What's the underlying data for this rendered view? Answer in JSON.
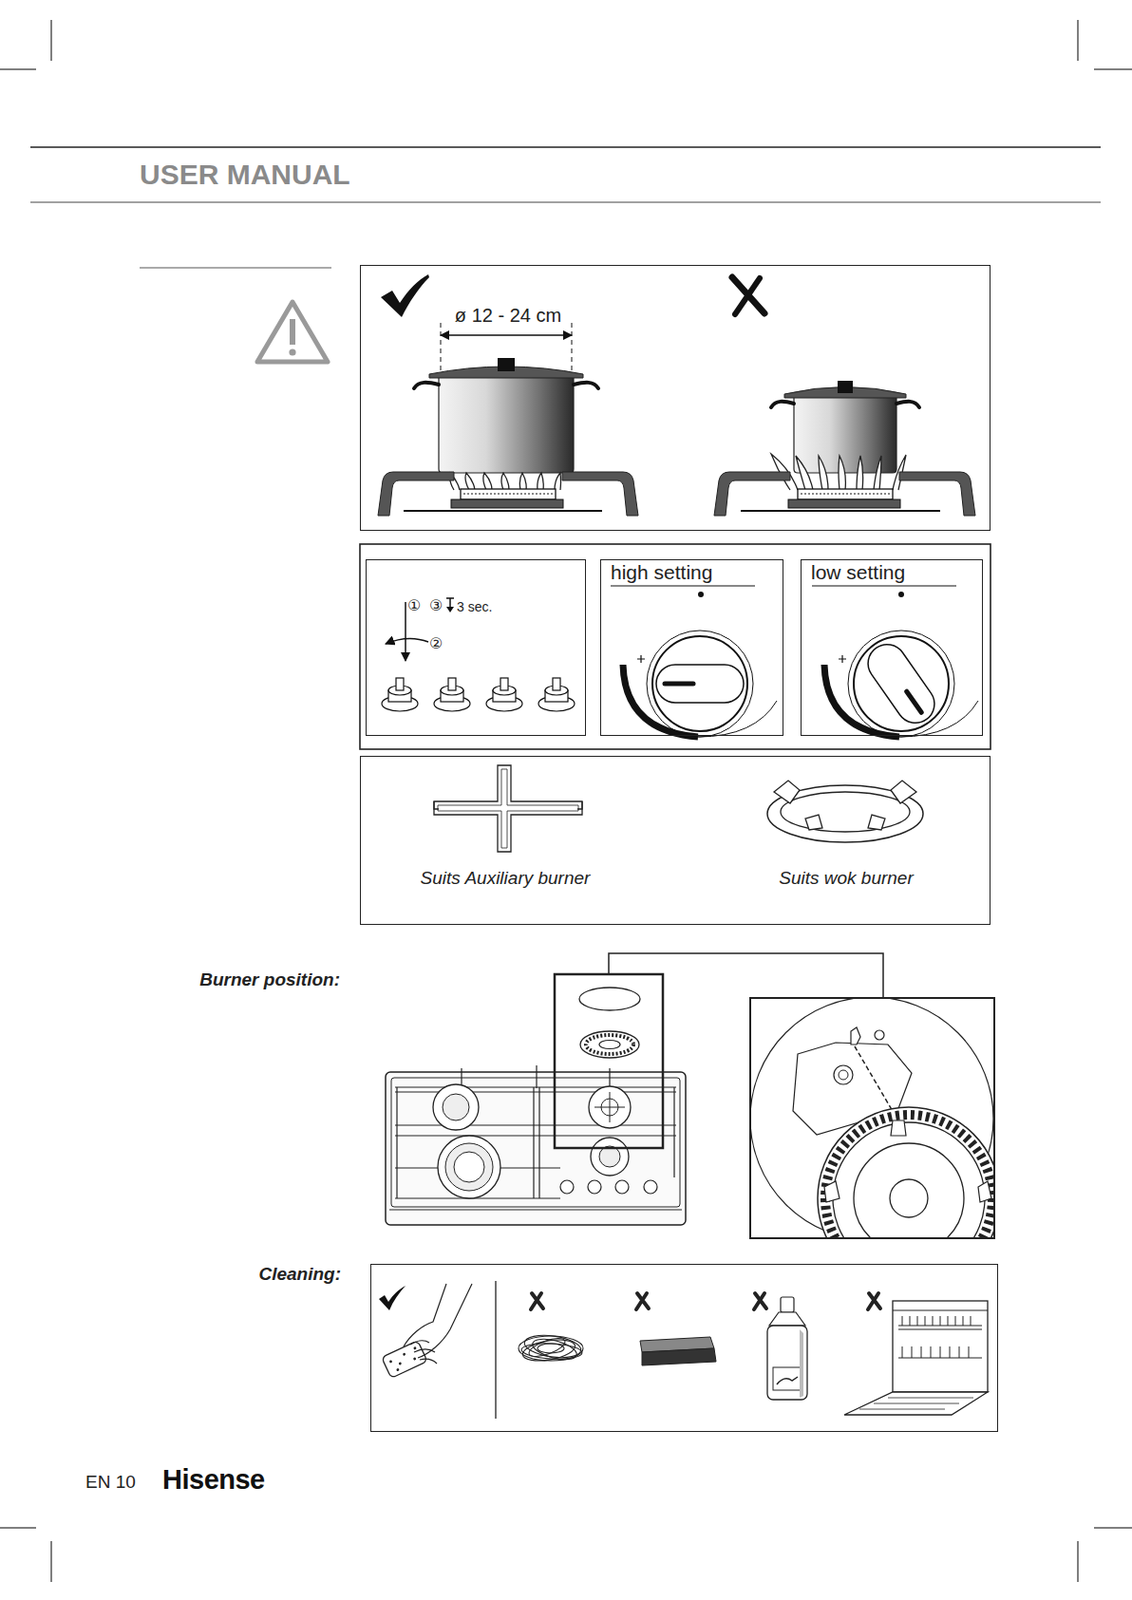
{
  "diagram": {
    "title": "USER MANUAL",
    "nodes": [
      {
        "text": [
          "ø 12 - 24 cm"
        ]
      },
      {
        "text": [
          "①",
          "③",
          "3 sec.",
          "②"
        ]
      },
      {
        "text": [
          "high setting"
        ]
      },
      {
        "text": [
          "low setting"
        ]
      },
      {
        "text": [
          "Suits Auxiliary burner",
          "Suits wok burner"
        ]
      },
      {
        "text": [
          "Cleaning:"
        ]
      }
    ],
    "labels": [
      "Burner position:",
      "EN 10",
      "Hisense"
    ]
  }
}
